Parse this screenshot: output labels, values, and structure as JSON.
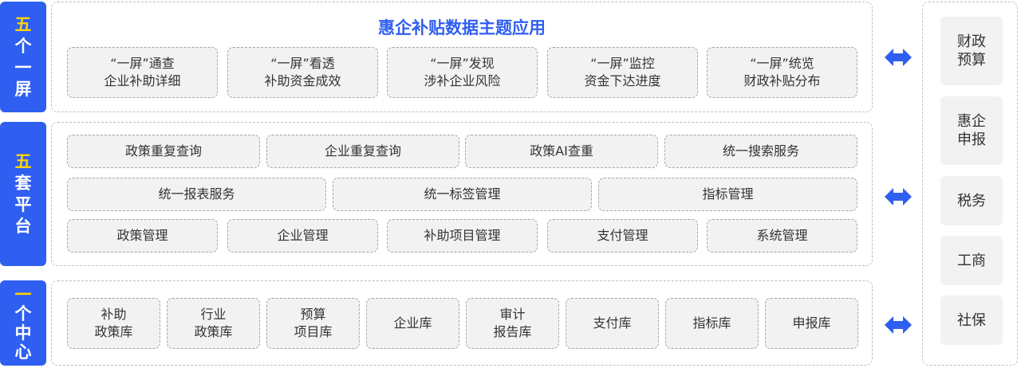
{
  "screen": {
    "side_label": [
      "五",
      "个",
      "一",
      "屏"
    ],
    "title": "惠企补贴数据主题应用",
    "items": [
      {
        "line1": "“一屏”通查",
        "line2": "企业补助详细"
      },
      {
        "line1": "“一屏”看透",
        "line2": "补助资金成效"
      },
      {
        "line1": "“一屏”发现",
        "line2": "涉补企业风险"
      },
      {
        "line1": "“一屏”监控",
        "line2": "资金下达进度"
      },
      {
        "line1": "“一屏”统览",
        "line2": "财政补贴分布"
      }
    ]
  },
  "platform": {
    "side_label": [
      "五",
      "套",
      "平",
      "台"
    ],
    "row1": [
      "政策重复查询",
      "企业重复查询",
      "政策AI查重",
      "统一搜索服务"
    ],
    "row2": [
      "统一报表服务",
      "统一标签管理",
      "指标管理"
    ],
    "row3": [
      "政策管理",
      "企业管理",
      "补助项目管理",
      "支付管理",
      "系统管理"
    ]
  },
  "center": {
    "side_label": [
      "一",
      "个",
      "中",
      "心"
    ],
    "items": [
      {
        "line1": "补助",
        "line2": "政策库"
      },
      {
        "line1": "行业",
        "line2": "政策库"
      },
      {
        "line1": "预算",
        "line2": "项目库"
      },
      {
        "line1": "企业库",
        "line2": ""
      },
      {
        "line1": "审计",
        "line2": "报告库"
      },
      {
        "line1": "支付库",
        "line2": ""
      },
      {
        "line1": "指标库",
        "line2": ""
      },
      {
        "line1": "申报库",
        "line2": ""
      }
    ]
  },
  "external": {
    "items": [
      {
        "line1": "财政",
        "line2": "预算"
      },
      {
        "line1": "惠企",
        "line2": "申报"
      },
      {
        "line1": "税务",
        "line2": ""
      },
      {
        "line1": "工商",
        "line2": ""
      },
      {
        "line1": "社保",
        "line2": ""
      }
    ]
  },
  "icons": {
    "connector": "double-arrow-icon"
  },
  "colors": {
    "primary": "#2f5ff0",
    "highlight": "#ffd400",
    "box_fill": "#f2f2f2"
  }
}
